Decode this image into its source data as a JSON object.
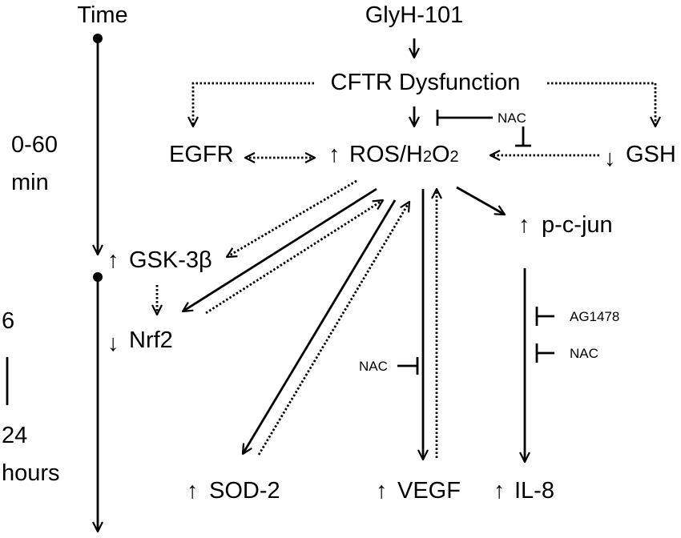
{
  "timeline": {
    "title": "Time",
    "early": {
      "line1": "0-60",
      "line2": "min"
    },
    "late": {
      "line1": "6",
      "line2": "24",
      "line3": "hours"
    }
  },
  "nodes": {
    "glyh": "GlyH-101",
    "cftr": "CFTR Dysfunction",
    "egfr": "EGFR",
    "ros": {
      "prefix": "ROS/H",
      "sub1": "2",
      "mid": "O",
      "sub2": "2"
    },
    "gsh": "GSH",
    "gsk": "GSK-3β",
    "nrf2": "Nrf2",
    "pcjun": "p-c-jun",
    "sod2": "SOD-2",
    "vegf": "VEGF",
    "il8": "IL-8"
  },
  "inhibitors": {
    "nac_ros": "NAC",
    "nac_vegf": "NAC",
    "ag1478": "AG1478",
    "nac_il8": "NAC"
  },
  "symbols": {
    "up": "↑",
    "down": "↓"
  }
}
